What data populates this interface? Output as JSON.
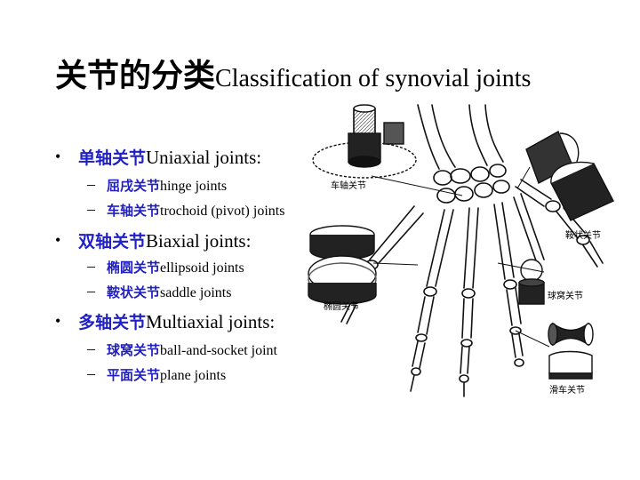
{
  "title": {
    "zh": "关节的分类",
    "en": "Classification of synovial joints"
  },
  "sections": [
    {
      "bullet": "•",
      "zh": "单轴关节",
      "en": "Uniaxial joints:",
      "items": [
        {
          "dash": "–",
          "zh": "屈戌关节",
          "en": "hinge joints"
        },
        {
          "dash": "–",
          "zh": "车轴关节",
          "en": "trochoid (pivot) joints"
        }
      ]
    },
    {
      "bullet": "•",
      "zh": "双轴关节",
      "en": "Biaxial joints:",
      "items": [
        {
          "dash": "–",
          "zh": "椭圆关节",
          "en": "ellipsoid joints"
        },
        {
          "dash": "–",
          "zh": "鞍状关节",
          "en": "saddle joints"
        }
      ]
    },
    {
      "bullet": "•",
      "zh": "多轴关节",
      "en": "Multiaxial joints:",
      "items": [
        {
          "dash": "–",
          "zh": "球窝关节",
          "en": "ball-and-socket joint"
        },
        {
          "dash": "–",
          "zh": "平面关节",
          "en": "plane joints"
        }
      ]
    }
  ],
  "figure_labels": {
    "pivot": "车轴关节",
    "saddle": "鞍状关节",
    "ellipsoid": "椭圆关节",
    "ball": "球窝关节",
    "hinge": "滑车关节"
  }
}
